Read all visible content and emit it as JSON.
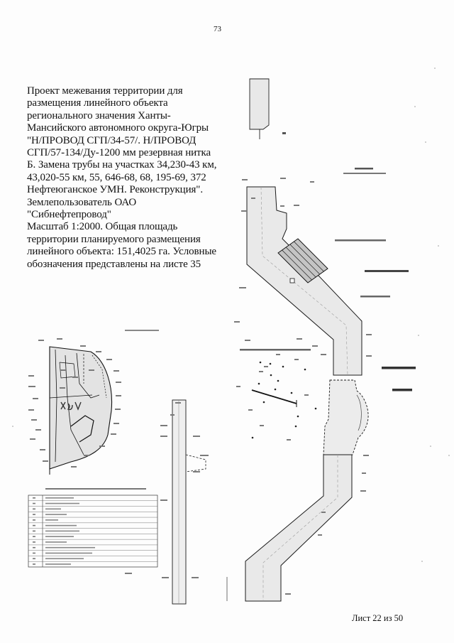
{
  "header": {
    "page_number": "73"
  },
  "caption": {
    "lines": [
      "Проект межевания территории для",
      "размещения линейного объекта",
      "регионального значения Ханты-",
      "Мансийского автономного округа-Югры",
      "\"Н/ПРОВОД СГП/34-57/. Н/ПРОВОД",
      "СГП/57-134/Ду-1200 мм резервная нитка",
      "Б. Замена трубы на участках 34,230-43 км,",
      "43,020-55 км, 55, 646-68, 68, 195-69, 372",
      "Нефтеюганское УМН. Реконструкция\".",
      "Землепользователь ОАО",
      "\"Сибнефтепровод\"",
      "Масштаб 1:2000. Общая площадь",
      "территории планируемого размещения",
      "линейного объекта: 151,4025 га. Условные",
      "обозначения представлены на листе 35"
    ]
  },
  "footer": {
    "sheet_label": "Лист 22 из 50"
  }
}
